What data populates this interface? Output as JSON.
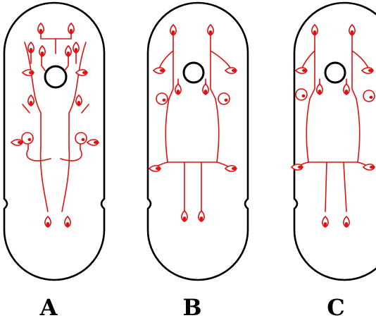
{
  "colors": {
    "outline": "#000000",
    "nerve": "#e01010",
    "background": "#ffffff"
  },
  "panels": [
    {
      "label": "A"
    },
    {
      "label": "B"
    },
    {
      "label": "C"
    }
  ]
}
